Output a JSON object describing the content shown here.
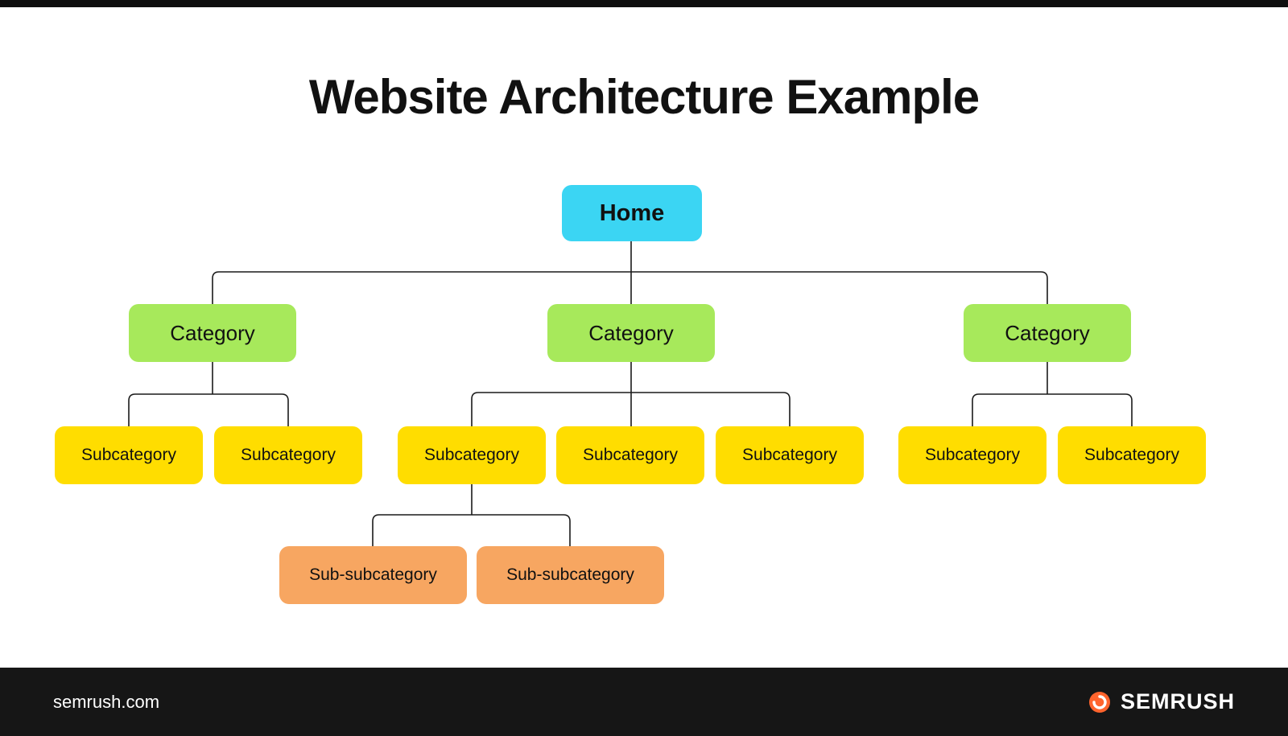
{
  "title": "Website Architecture Example",
  "colors": {
    "home": "#3BD5F3",
    "category": "#A7E95B",
    "subcategory": "#FFDD00",
    "sub_subcategory": "#F7A661",
    "connector": "#1A1A1A",
    "footer_bg": "#161616",
    "brand_orange": "#FF642D"
  },
  "diagram": {
    "home": {
      "label": "Home"
    },
    "categories": [
      {
        "label": "Category",
        "subcategories": [
          {
            "label": "Subcategory"
          },
          {
            "label": "Subcategory"
          }
        ]
      },
      {
        "label": "Category",
        "subcategories": [
          {
            "label": "Subcategory",
            "children": [
              {
                "label": "Sub-subcategory"
              },
              {
                "label": "Sub-subcategory"
              }
            ]
          },
          {
            "label": "Subcategory"
          },
          {
            "label": "Subcategory"
          }
        ]
      },
      {
        "label": "Category",
        "subcategories": [
          {
            "label": "Subcategory"
          },
          {
            "label": "Subcategory"
          }
        ]
      }
    ]
  },
  "footer": {
    "site": "semrush.com",
    "brand": "SEMRUSH",
    "logo_icon": "semrush-flame-icon"
  }
}
